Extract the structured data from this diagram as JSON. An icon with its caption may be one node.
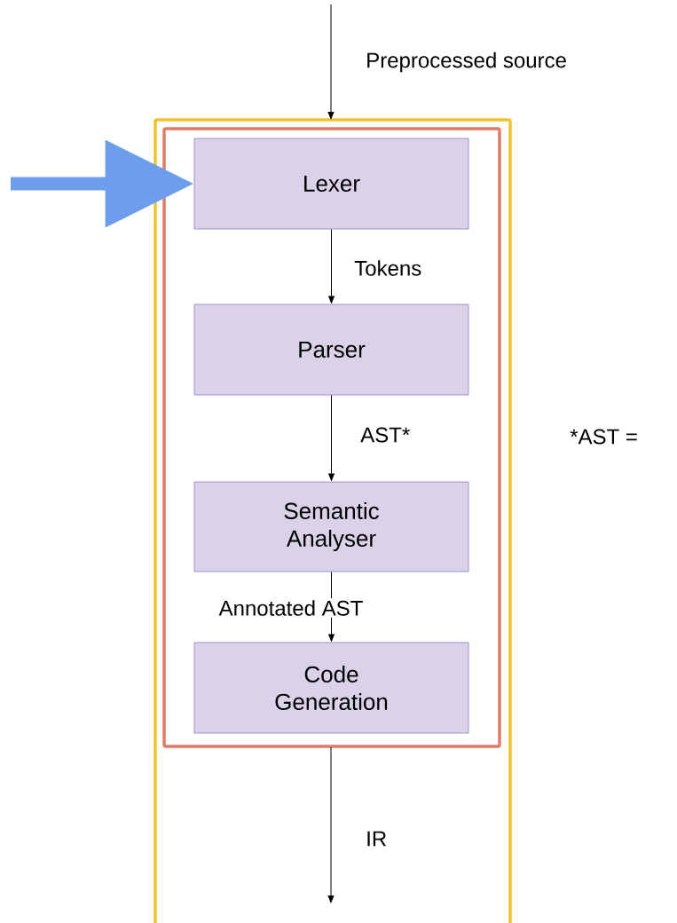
{
  "diagram": {
    "nodes": [
      {
        "text": [],
        "shape": "box"
      },
      {
        "text": [],
        "shape": "box",
        "in": 0
      },
      {
        "text": [
          "Lexer"
        ],
        "in": 1
      },
      {
        "text": [
          "Parser"
        ],
        "in": 1
      },
      {
        "text": [
          "Semantic Analyser"
        ],
        "in": 1
      },
      {
        "text": [
          "Code Generation"
        ],
        "in": 1
      }
    ],
    "edges": [
      {
        "from": null,
        "to": 0,
        "arrow": "to",
        "label": "Preprocessed source"
      },
      {
        "from": null,
        "to": 2,
        "arrow": "to",
        "style": "thick",
        "color": "#6d9eeb"
      },
      {
        "from": 2,
        "to": 3,
        "arrow": "to",
        "label": "Tokens"
      },
      {
        "from": 3,
        "to": 4,
        "arrow": "to",
        "label": "AST*"
      },
      {
        "from": 4,
        "to": 5,
        "arrow": "to",
        "label": "Annotated AST"
      },
      {
        "from": 1,
        "to": null,
        "arrow": "to",
        "label": "IR"
      }
    ],
    "labels": [
      "*AST ="
    ]
  }
}
